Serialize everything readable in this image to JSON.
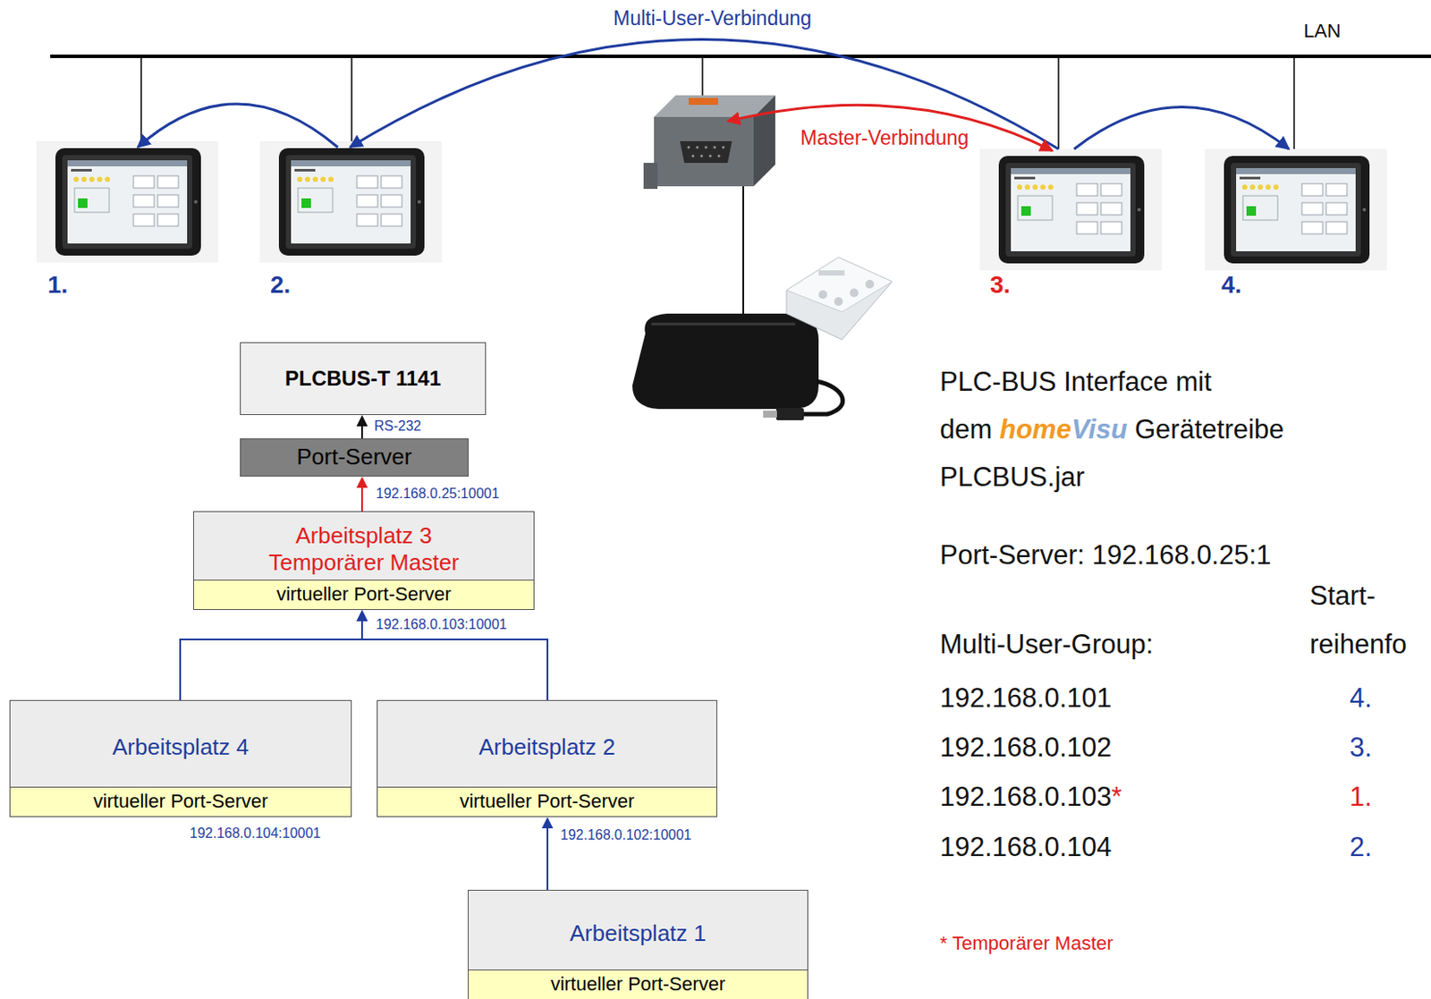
{
  "diagram": {
    "nodes": [
      {
        "text": [
          "PLCBUS-T 1141"
        ]
      },
      {
        "text": [
          "Port-Server"
        ]
      },
      {
        "text": [
          "Arbeitsplatz 3 Temporärer Master"
        ]
      },
      {
        "text": [
          "virtueller Port-Server"
        ],
        "in": 2
      },
      {
        "text": [
          "Arbeitsplatz 4"
        ]
      },
      {
        "text": [
          "virtueller Port-Server"
        ],
        "in": 4
      },
      {
        "text": [
          "Arbeitsplatz 2"
        ]
      },
      {
        "text": [
          "virtueller Port-Server"
        ],
        "in": 6
      },
      {
        "text": [
          "Arbeitsplatz 1"
        ]
      },
      {
        "text": [
          "virtueller Port-Server"
        ],
        "in": 8
      }
    ],
    "edges": [
      {
        "from": 1,
        "to": 0,
        "arrow": "to",
        "label": "RS-232"
      },
      {
        "from": 2,
        "to": 1,
        "arrow": "to",
        "label": "192.168.0.25:10001"
      },
      {
        "from": 4,
        "to": 2,
        "arrow": "to"
      },
      {
        "from": 6,
        "to": 2,
        "arrow": "to",
        "label": "192.168.0.103:10001"
      },
      {
        "from": 8,
        "to": 6,
        "arrow": "to",
        "label": "192.168.0.102:10001"
      }
    ],
    "labels": [
      "Multi-User-Verbindung",
      "LAN",
      "Master-Verbindung",
      "1.",
      "2.",
      "3.",
      "4.",
      "192.168.0.104:10001",
      "PLC-BUS Interface mit",
      "dem",
      "home",
      "Visu",
      "Gerätetreibe",
      "PLCBUS.jar",
      "Port-Server: 192.168.0.25:1",
      "Start-",
      "Multi-User-Group:",
      "reihenfo",
      "192.168.0.101",
      "4.",
      "192.168.0.102",
      "3.",
      "192.168.0.103",
      "*",
      "1.",
      "192.168.0.104",
      "2.",
      "* Temporärer Master"
    ]
  }
}
